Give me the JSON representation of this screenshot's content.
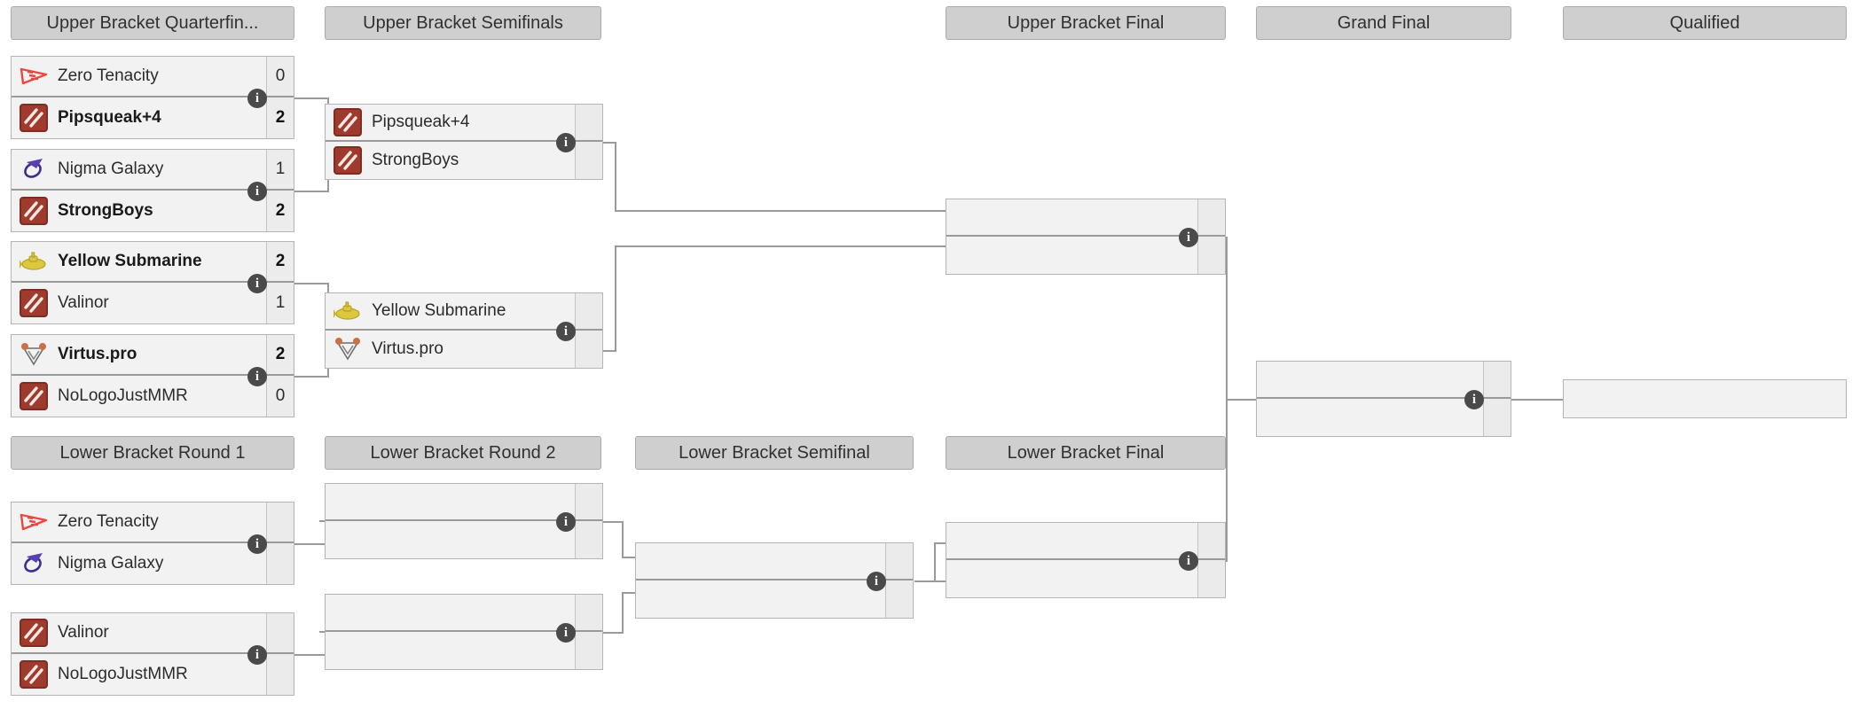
{
  "meta": {
    "title": "Double Elimination Tournament Bracket",
    "info_glyph": "i",
    "colors": {
      "header_fill": "#cfcfcf",
      "header_border": "#aaaaaa",
      "match_fill": "#f2f2f2",
      "match_border": "#b4b4b4",
      "divider": "#9a9a9a",
      "connector": "#9a9a9a",
      "info_badge": "#4a4a4a",
      "text": "#2b2b2b"
    }
  },
  "headers": {
    "ub_quarterfinals": "Upper Bracket Quarterfin...",
    "ub_semifinals": "Upper Bracket Semifinals",
    "ub_final": "Upper Bracket Final",
    "grand_final": "Grand Final",
    "qualified": "Qualified",
    "lb_round1": "Lower Bracket Round 1",
    "lb_round2": "Lower Bracket Round 2",
    "lb_semifinal": "Lower Bracket Semifinal",
    "lb_final": "Lower Bracket Final"
  },
  "matches": {
    "ubqf1": {
      "top": {
        "team": "Zero Tenacity",
        "score": "0",
        "winner": false,
        "logo": "zero-tenacity"
      },
      "bottom": {
        "team": "Pipsqueak+4",
        "score": "2",
        "winner": true,
        "logo": "dota-default"
      }
    },
    "ubqf2": {
      "top": {
        "team": "Nigma Galaxy",
        "score": "1",
        "winner": false,
        "logo": "nigma-galaxy"
      },
      "bottom": {
        "team": "StrongBoys",
        "score": "2",
        "winner": true,
        "logo": "dota-default"
      }
    },
    "ubqf3": {
      "top": {
        "team": "Yellow Submarine",
        "score": "2",
        "winner": true,
        "logo": "yellow-submarine"
      },
      "bottom": {
        "team": "Valinor",
        "score": "1",
        "winner": false,
        "logo": "dota-default"
      }
    },
    "ubqf4": {
      "top": {
        "team": "Virtus.pro",
        "score": "2",
        "winner": true,
        "logo": "virtus-pro"
      },
      "bottom": {
        "team": "NoLogoJustMMR",
        "score": "0",
        "winner": false,
        "logo": "dota-default"
      }
    },
    "ubsf1": {
      "top": {
        "team": "Pipsqueak+4",
        "score": "",
        "winner": false,
        "logo": "dota-default"
      },
      "bottom": {
        "team": "StrongBoys",
        "score": "",
        "winner": false,
        "logo": "dota-default"
      }
    },
    "ubsf2": {
      "top": {
        "team": "Yellow Submarine",
        "score": "",
        "winner": false,
        "logo": "yellow-submarine"
      },
      "bottom": {
        "team": "Virtus.pro",
        "score": "",
        "winner": false,
        "logo": "virtus-pro"
      }
    },
    "ubf": {
      "top": {
        "team": "",
        "score": "",
        "winner": false,
        "logo": "none"
      },
      "bottom": {
        "team": "",
        "score": "",
        "winner": false,
        "logo": "none"
      }
    },
    "gf": {
      "top": {
        "team": "",
        "score": "",
        "winner": false,
        "logo": "none"
      },
      "bottom": {
        "team": "",
        "score": "",
        "winner": false,
        "logo": "none"
      }
    },
    "qualified": {
      "top": {
        "team": "",
        "score": "",
        "winner": false,
        "logo": "none"
      }
    },
    "lbr1m1": {
      "top": {
        "team": "Zero Tenacity",
        "score": "",
        "winner": false,
        "logo": "zero-tenacity"
      },
      "bottom": {
        "team": "Nigma Galaxy",
        "score": "",
        "winner": false,
        "logo": "nigma-galaxy"
      }
    },
    "lbr1m2": {
      "top": {
        "team": "Valinor",
        "score": "",
        "winner": false,
        "logo": "dota-default"
      },
      "bottom": {
        "team": "NoLogoJustMMR",
        "score": "",
        "winner": false,
        "logo": "dota-default"
      }
    },
    "lbr2m1": {
      "top": {
        "team": "",
        "score": "",
        "winner": false,
        "logo": "none"
      },
      "bottom": {
        "team": "",
        "score": "",
        "winner": false,
        "logo": "none"
      }
    },
    "lbr2m2": {
      "top": {
        "team": "",
        "score": "",
        "winner": false,
        "logo": "none"
      },
      "bottom": {
        "team": "",
        "score": "",
        "winner": false,
        "logo": "none"
      }
    },
    "lbsf": {
      "top": {
        "team": "",
        "score": "",
        "winner": false,
        "logo": "none"
      },
      "bottom": {
        "team": "",
        "score": "",
        "winner": false,
        "logo": "none"
      }
    },
    "lbf": {
      "top": {
        "team": "",
        "score": "",
        "winner": false,
        "logo": "none"
      },
      "bottom": {
        "team": "",
        "score": "",
        "winner": false,
        "logo": "none"
      }
    }
  }
}
